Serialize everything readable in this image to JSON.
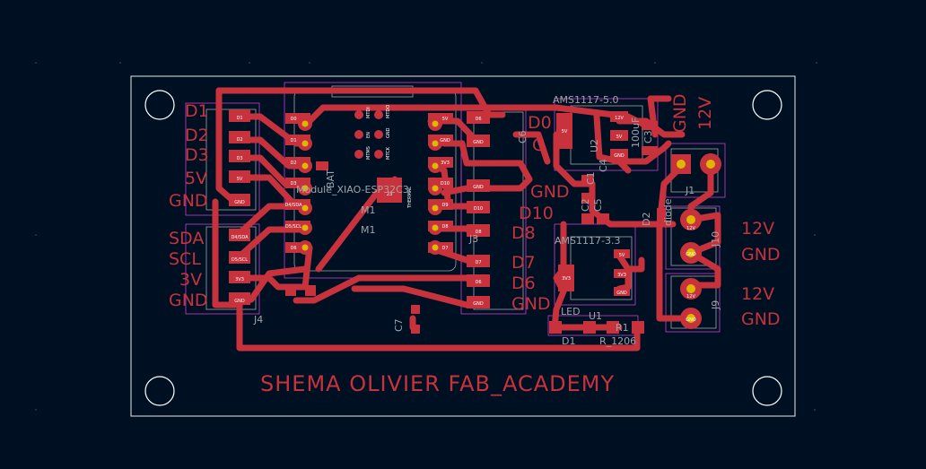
{
  "board": {
    "title": "SHEMA OLIVIER FAB_ACADEMY",
    "colors": {
      "background": "#001023",
      "copper": "#c8323c",
      "outline": "#e8e8e8",
      "courtyard": "#c83cc8",
      "silk": "#9fa3a8"
    }
  },
  "left_header_labels": [
    "D1",
    "D2",
    "D3",
    "5V",
    "GND"
  ],
  "left_header_pads": [
    "D1",
    "D2",
    "D3",
    "5V",
    "GND"
  ],
  "i2c_header_labels": [
    "SDA",
    "SCL",
    "3V",
    "GND"
  ],
  "i2c_header_pads": [
    "D4/SDA",
    "D5/SCL",
    "3V3",
    "GND"
  ],
  "i2c_ref": "J4",
  "mcu": {
    "ref": "M1",
    "value": "Module_XIAO-ESP32C3",
    "left_pads": [
      "D0",
      "D1",
      "D2",
      "D3",
      "D4/SDA",
      "D5/SCL",
      "D6"
    ],
    "right_pads": [
      "5V",
      "GND",
      "3V3",
      "D10",
      "D9",
      "D8",
      "D7"
    ],
    "back_pads": [
      "MTDI",
      "MTDO",
      "EN",
      "GND",
      "MTMS",
      "MTCK"
    ],
    "bat_label": "BAT",
    "thermal_label": "THERMAL",
    "center_pad": "23"
  },
  "right_header_labels": [
    "D0",
    "G",
    "GND",
    "D10",
    "D8",
    "D7",
    "D6",
    "GND"
  ],
  "right_header_pads": [
    "D6",
    "GND",
    "GND",
    "D10",
    "D8",
    "D7",
    "D6",
    "GND"
  ],
  "right_header_ref": "J3",
  "reg5": {
    "ref": "U2",
    "value": "AMS1117-5.0",
    "pads": [
      "5V",
      "12V",
      "5V",
      "GND"
    ],
    "cap": "C3",
    "cap_value": "100uF"
  },
  "reg3": {
    "ref": "U1",
    "value": "AMS1117-3.3",
    "pads": [
      "3V3",
      "5V",
      "3V3",
      "GND"
    ]
  },
  "power_in": {
    "ref": "J1",
    "labels": [
      "GND",
      "12V"
    ]
  },
  "out_j10": {
    "ref": "J10",
    "labels": [
      "12V",
      "GND"
    ],
    "pads": [
      "12V",
      "GND"
    ]
  },
  "out_j9": {
    "ref": "J9",
    "labels": [
      "12V",
      "GND"
    ],
    "pads": [
      "12V",
      "GND"
    ]
  },
  "diode": {
    "ref": "D2",
    "value": "diode"
  },
  "led": {
    "ref": "D1",
    "value": "LED"
  },
  "resistor": {
    "ref": "R1",
    "value": "R_1206"
  },
  "cap7": {
    "ref": "C7"
  },
  "misc_refs": [
    "C1",
    "C2",
    "C4",
    "C5",
    "C6"
  ]
}
